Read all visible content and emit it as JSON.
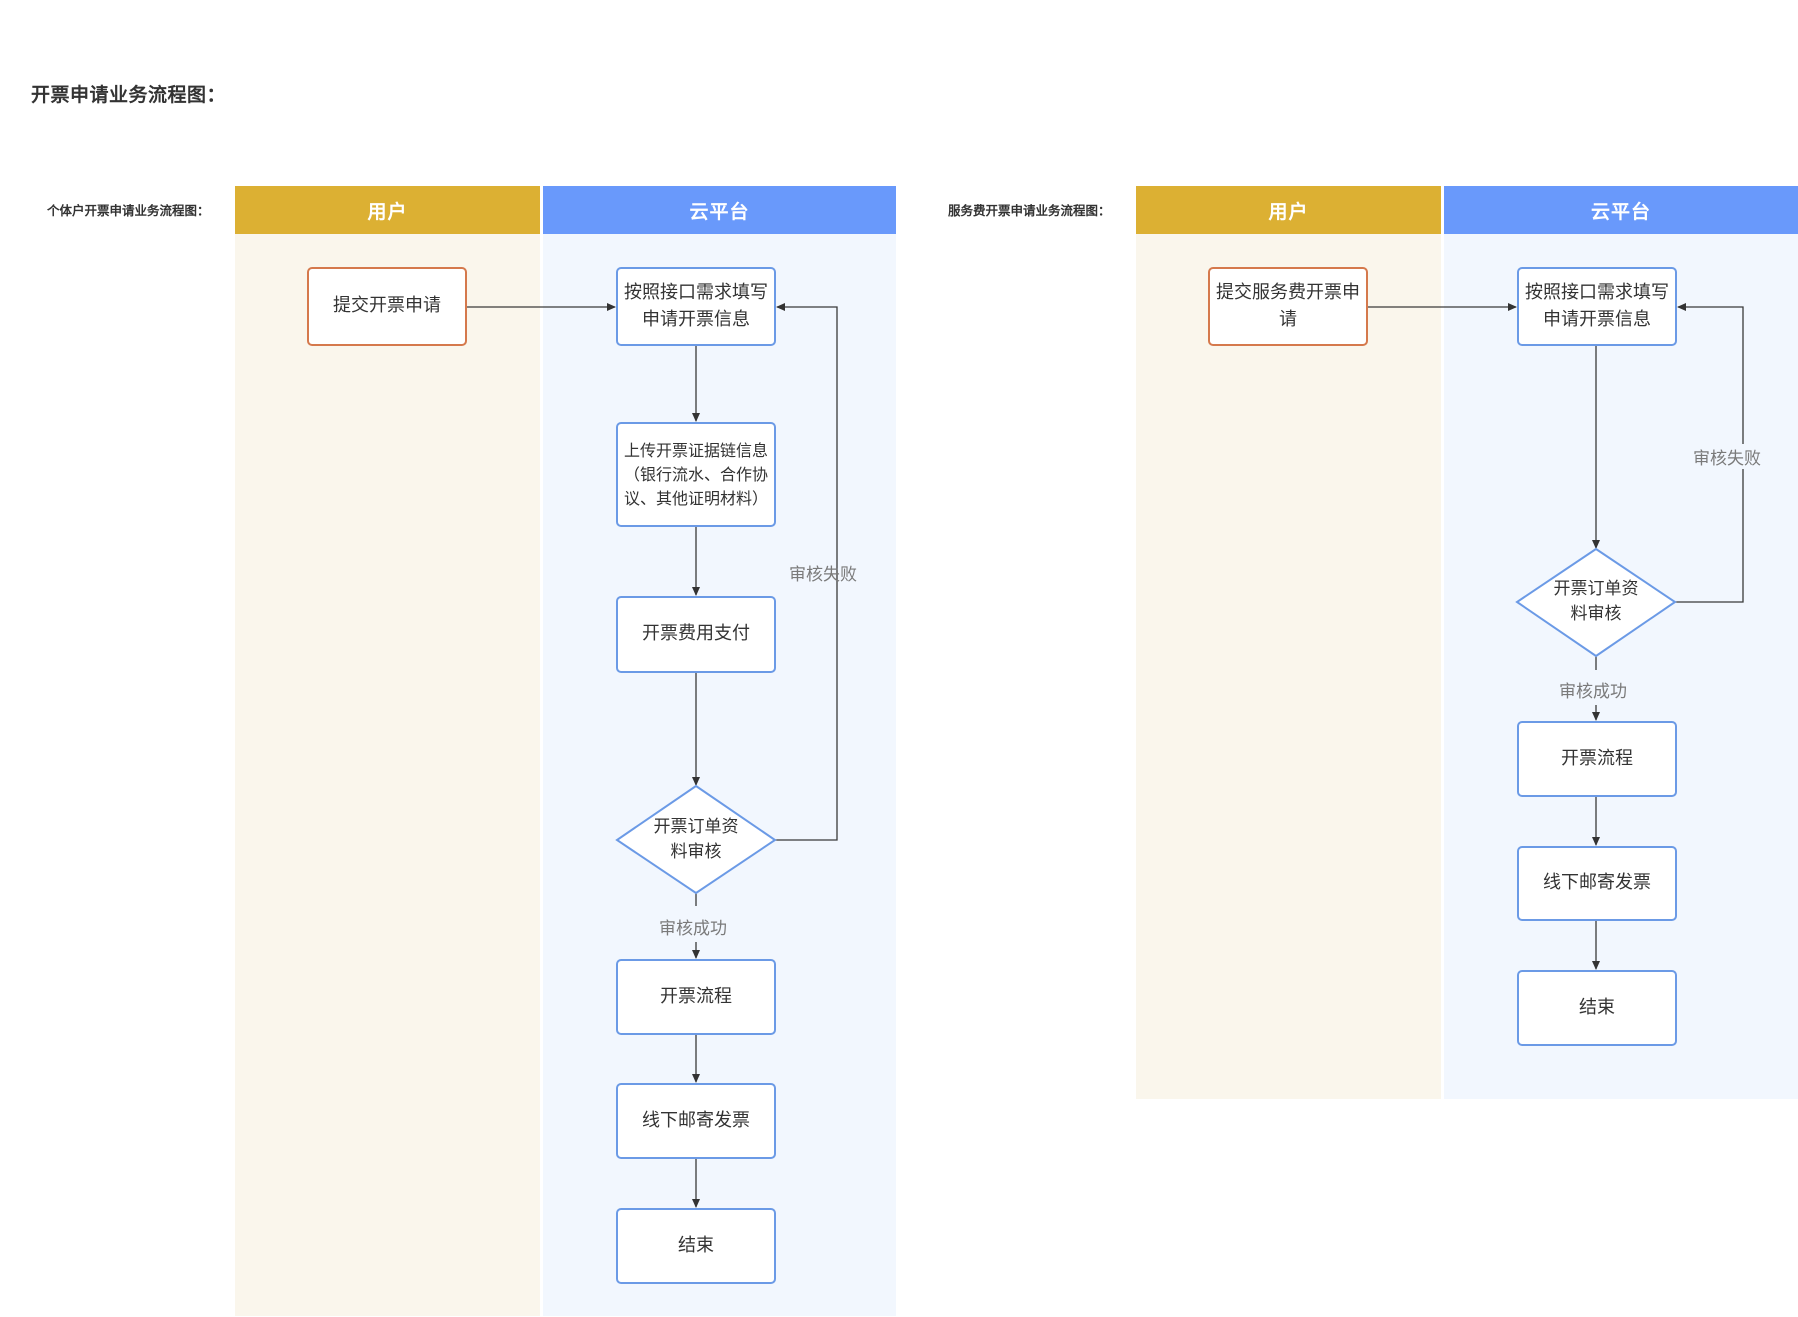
{
  "page": {
    "title": "开票申请业务流程图："
  },
  "colors": {
    "user_header": "#dcb033",
    "cloud_header": "#6999fb",
    "user_lane_bg": "#faf6ec",
    "cloud_lane_bg": "#f2f7fe",
    "process_border": "#6b9ae6",
    "start_border": "#d5794c"
  },
  "diagram1": {
    "label": "个体户开票申请业务流程图：",
    "lanes": {
      "user": "用户",
      "cloud": "云平台"
    },
    "nodes": {
      "submit": "提交开票申请",
      "fill": "按照接口需求填写申请开票信息",
      "upload": "上传开票证据链信息（银行流水、合作协议、其他证明材料）",
      "pay": "开票费用支付",
      "review": "开票订单资料审核",
      "process": "开票流程",
      "mail": "线下邮寄发票",
      "end": "结束"
    },
    "edges": {
      "fail": "审核失败",
      "success": "审核成功"
    }
  },
  "diagram2": {
    "label": "服务费开票申请业务流程图：",
    "lanes": {
      "user": "用户",
      "cloud": "云平台"
    },
    "nodes": {
      "submit": "提交服务费开票申请",
      "fill": "按照接口需求填写申请开票信息",
      "review": "开票订单资料审核",
      "process": "开票流程",
      "mail": "线下邮寄发票",
      "end": "结束"
    },
    "edges": {
      "fail": "审核失败",
      "success": "审核成功"
    }
  }
}
